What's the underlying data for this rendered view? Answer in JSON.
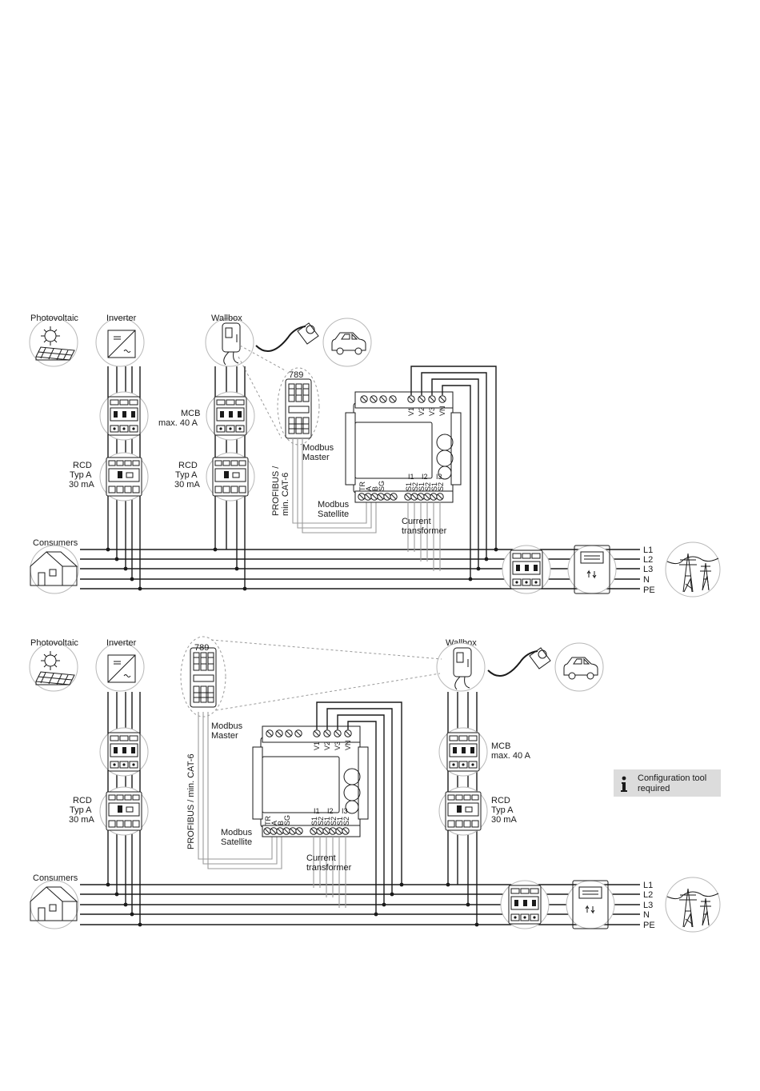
{
  "diagram_1": {
    "labels": {
      "photovoltaic": "Photovoltaic",
      "inverter": "Inverter",
      "wallbox": "Wallbox",
      "mcb": [
        "MCB",
        "max. 40 A"
      ],
      "rcd_left": [
        "RCD",
        "Typ A",
        "30 mA"
      ],
      "rcd_wallbox": [
        "RCD",
        "Typ A",
        "30 mA"
      ],
      "modbus_master": [
        "Modbus",
        "Master"
      ],
      "modbus_satellite": [
        "Modbus",
        "Satellite"
      ],
      "profibus": [
        "PROFIBUS /",
        "min. CAT-6"
      ],
      "current_transformer": [
        "Current",
        "transformer"
      ],
      "consumers": "Consumers",
      "terminal_number": "789"
    }
  },
  "diagram_2": {
    "labels": {
      "photovoltaic": "Photovoltaic",
      "inverter": "Inverter",
      "wallbox": "Wallbox",
      "mcb": [
        "MCB",
        "max. 40 A"
      ],
      "rcd_left": [
        "RCD",
        "Typ A",
        "30 mA"
      ],
      "rcd_wallbox": [
        "RCD",
        "Typ A",
        "30 mA"
      ],
      "modbus_master": [
        "Modbus",
        "Master"
      ],
      "modbus_satellite": [
        "Modbus",
        "Satellite"
      ],
      "profibus": "PROFIBUS / min. CAT-6",
      "current_transformer": [
        "Current",
        "transformer"
      ],
      "consumers": "Consumers",
      "terminal_number": "789"
    }
  },
  "bus_lines": [
    "L1",
    "L2",
    "L3",
    "N",
    "PE"
  ],
  "meter_terminals": {
    "voltage": [
      "V1",
      "V2",
      "V3",
      "VN"
    ],
    "current": [
      "I1",
      "I2",
      "I3"
    ],
    "current_pins": [
      "S1",
      "S2",
      "S1",
      "S2",
      "S1",
      "S2"
    ],
    "bus": [
      "TR",
      "A",
      "B",
      "SG"
    ]
  },
  "info_box": {
    "icon": "info-icon",
    "lines": [
      "Configuration tool",
      "required"
    ]
  }
}
